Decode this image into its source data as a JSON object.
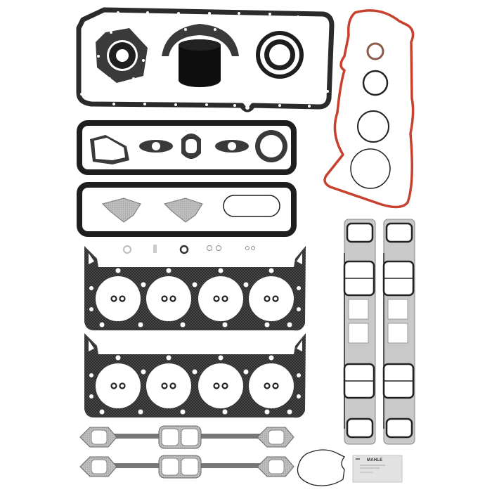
{
  "image": {
    "subject": "Engine full gasket set product photo",
    "background": "#ffffff",
    "colors": {
      "gasket_black": "#1e1e1e",
      "gasket_gray": "#3a3a3a",
      "mls_silver": "#b9b9b9",
      "valve_cover_red": "#c8402e",
      "sachet": "#e4e4e4"
    }
  },
  "components": [
    {
      "name": "oil-pan-gasket",
      "count": 1
    },
    {
      "name": "rear-main-seal",
      "count": 1
    },
    {
      "name": "timing-cover-seal",
      "count": 1
    },
    {
      "name": "rear-main-seal-retainer-gasket",
      "count": 1
    },
    {
      "name": "valve-cover-gasket",
      "count": 2
    },
    {
      "name": "small-gaskets",
      "count": 5
    },
    {
      "name": "egr-gasket",
      "count": 2
    },
    {
      "name": "oval-o-ring",
      "count": 1
    },
    {
      "name": "cylinder-head-gasket",
      "count": 2
    },
    {
      "name": "intake-manifold-gasket",
      "count": 2
    },
    {
      "name": "exhaust-manifold-gasket",
      "count": 2
    },
    {
      "name": "timing-cover-gasket-red",
      "count": 1
    },
    {
      "name": "o-rings",
      "count": 4
    },
    {
      "name": "water-pump-seal",
      "count": 1
    },
    {
      "name": "rtv-sealant-sachet",
      "count": 1
    }
  ],
  "sachet": {
    "brand": "MAHLE"
  }
}
